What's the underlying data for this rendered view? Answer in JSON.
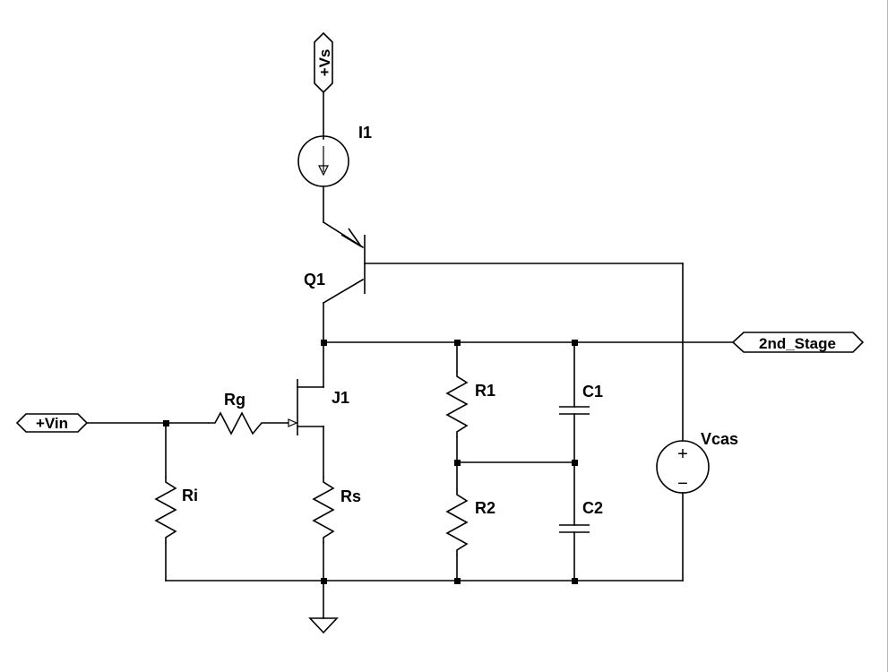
{
  "schematic": {
    "components": {
      "I1": "I1",
      "Q1": "Q1",
      "J1": "J1",
      "Rg": "Rg",
      "Ri": "Ri",
      "Rs": "Rs",
      "R1": "R1",
      "R2": "R2",
      "C1": "C1",
      "C2": "C2",
      "Vcas": "Vcas"
    },
    "ports": {
      "vs": "+Vs",
      "vin": "+Vin",
      "out": "2nd_Stage"
    },
    "symbols": {
      "plus": "+",
      "minus": "−"
    }
  }
}
